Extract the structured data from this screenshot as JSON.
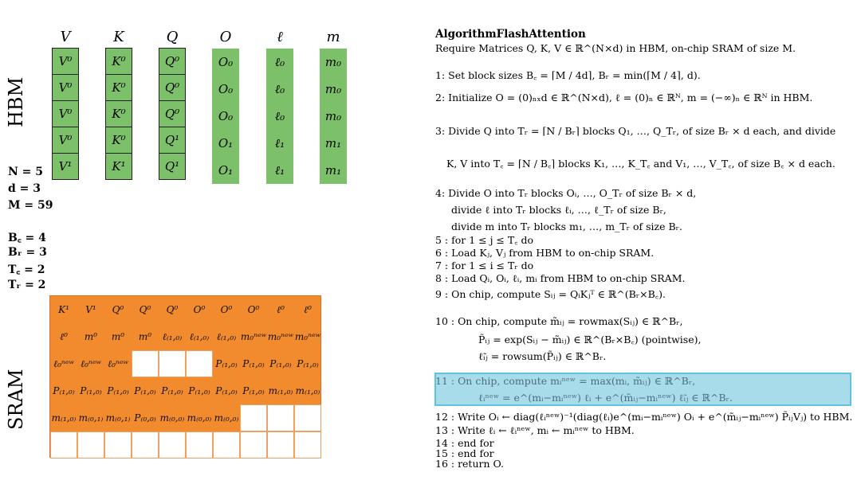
{
  "hbm": {
    "label": "HBM",
    "columns": [
      {
        "name": "V",
        "cells": [
          "V⁰",
          "V⁰",
          "V⁰",
          "V⁰",
          "V¹"
        ]
      },
      {
        "name": "K",
        "cells": [
          "K⁰",
          "K⁰",
          "K⁰",
          "K⁰",
          "K¹"
        ]
      },
      {
        "name": "Q",
        "cells": [
          "Q⁰",
          "Q⁰",
          "Q⁰",
          "Q¹",
          "Q¹"
        ]
      },
      {
        "name": "O",
        "cells": [
          "O₀",
          "O₀",
          "O₀",
          "O₁",
          "O₁"
        ]
      },
      {
        "name": "ℓ",
        "cells": [
          "ℓ₀",
          "ℓ₀",
          "ℓ₀",
          "ℓ₁",
          "ℓ₁"
        ]
      },
      {
        "name": "m",
        "cells": [
          "m₀",
          "m₀",
          "m₀",
          "m₁",
          "m₁"
        ]
      }
    ]
  },
  "params": {
    "n": "N = 5",
    "d": "d = 3",
    "m": "M = 59",
    "bc": "B꜀ = 4",
    "br": "Bᵣ = 3",
    "tc": "T꜀ = 2",
    "tr": "Tᵣ = 2"
  },
  "sram": {
    "label": "SRAM",
    "rows": [
      [
        "K¹",
        "V¹",
        "Q⁰",
        "Q⁰",
        "Q⁰",
        "O⁰",
        "O⁰",
        "O⁰",
        "ℓ⁰",
        "ℓ⁰"
      ],
      [
        "ℓ⁰",
        "m⁰",
        "m⁰",
        "m⁰",
        "ℓ₍₁,₀₎",
        "ℓ₍₁,₀₎",
        "ℓ₍₁,₀₎",
        "m₀ⁿᵉʷ",
        "m₀ⁿᵉʷ",
        "m₀ⁿᵉʷ"
      ],
      [
        "ℓ₀ⁿᵉʷ",
        "ℓ₀ⁿᵉʷ",
        "ℓ₀ⁿᵉʷ",
        "",
        "",
        "",
        "P₍₁,₀₎",
        "P₍₁,₀₎",
        "P₍₁,₀₎",
        "P₍₁,₀₎"
      ],
      [
        "P₍₁,₀₎",
        "P₍₁,₀₎",
        "P₍₁,₀₎",
        "P₍₁,₀₎",
        "P₍₁,₀₎",
        "P₍₁,₀₎",
        "P₍₁,₀₎",
        "P₍₁,₀₎",
        "m₍₁,₀₎",
        "m₍₁,₀₎"
      ],
      [
        "m₍₁,₀₎",
        "m₍₀,₁₎",
        "m₍₀,₁₎",
        "P₍₀,₀₎",
        "m₍₀,₀₎",
        "m₍₀,₀₎",
        "m₍₀,₀₎",
        "",
        "",
        ""
      ],
      [
        "",
        "",
        "",
        "",
        "",
        "",
        "",
        "",
        "",
        ""
      ]
    ]
  },
  "algorithm": {
    "title": "AlgorithmFlashAttention",
    "lines": [
      "Require Matrices Q, K, V ∈ ℝ^(N×d) in HBM, on-chip SRAM of size M.",
      "1: Set block sizes B꜀ = ⌈M / 4d⌉, Bᵣ = min(⌈M / 4⌉, d).",
      "2: Initialize O = (0)ₙₓd ∈ ℝ^(N×d), ℓ = (0)ₙ ∈ ℝᴺ, m = (−∞)ₙ ∈ ℝᴺ in HBM.",
      "3: Divide Q into Tᵣ = ⌈N / Bᵣ⌉ blocks Q₁, …, Q_Tᵣ, of size Bᵣ × d each, and divide",
      "K, V into T꜀ = ⌈N / B꜀⌉ blocks K₁, …, K_T꜀ and V₁, …, V_T꜀, of size B꜀ × d each.",
      "4: Divide O into Tᵣ blocks Oᵢ, …, O_Tᵣ of size Bᵣ × d,",
      "divide ℓ into Tᵣ blocks ℓᵢ, …, ℓ_Tᵣ of size Bᵣ,",
      "divide m into Tᵣ blocks m₁, …, m_Tᵣ of size Bᵣ.",
      "5 : for 1 ≤ j ≤ T꜀ do",
      "6 :    Load Kⱼ, Vⱼ from HBM to on-chip SRAM.",
      "7 :    for 1 ≤ i ≤ Tᵣ do",
      "8 :       Load Qᵢ, Oᵢ, ℓᵢ, mᵢ from HBM to on-chip SRAM.",
      "9 :       On chip, compute Sᵢⱼ = QᵢKⱼᵀ ∈ ℝ^(Bᵣ×B꜀).",
      "10 :        On chip, compute m̃ᵢⱼ = rowmax(Sᵢⱼ) ∈ ℝ^Bᵣ,",
      "P̃ᵢⱼ = exp(Sᵢⱼ − m̃ᵢⱼ) ∈ ℝ^(Bᵣ×B꜀) (pointwise),",
      "ℓ̃ᵢⱼ = rowsum(P̃ᵢⱼ) ∈ ℝ^Bᵣ.",
      "11 :        On chip, compute mᵢⁿᵉʷ = max(mᵢ, m̃ᵢⱼ) ∈ ℝ^Bᵣ,",
      "ℓᵢⁿᵉʷ = e^(mᵢ−mᵢⁿᵉʷ) ℓᵢ + e^(m̃ᵢⱼ−mᵢⁿᵉʷ) ℓ̃ᵢⱼ ∈ ℝ^Bᵣ.",
      "12 :        Write Oᵢ ← diag(ℓᵢⁿᵉʷ)⁻¹(diag(ℓᵢ)e^(mᵢ−mᵢⁿᵉʷ) Oᵢ + e^(m̃ᵢⱼ−mᵢⁿᵉʷ) P̃ᵢⱼVⱼ) to HBM.",
      "13 :        Write ℓᵢ ← ℓᵢⁿᵉʷ, mᵢ ← mᵢⁿᵉʷ to HBM.",
      "14 :    end for",
      "15 : end for",
      "16 : return O."
    ]
  },
  "colors": {
    "hbm_green": "#7cc16a",
    "sram_orange": "#f28a2e",
    "highlight": "#a8dcea"
  }
}
